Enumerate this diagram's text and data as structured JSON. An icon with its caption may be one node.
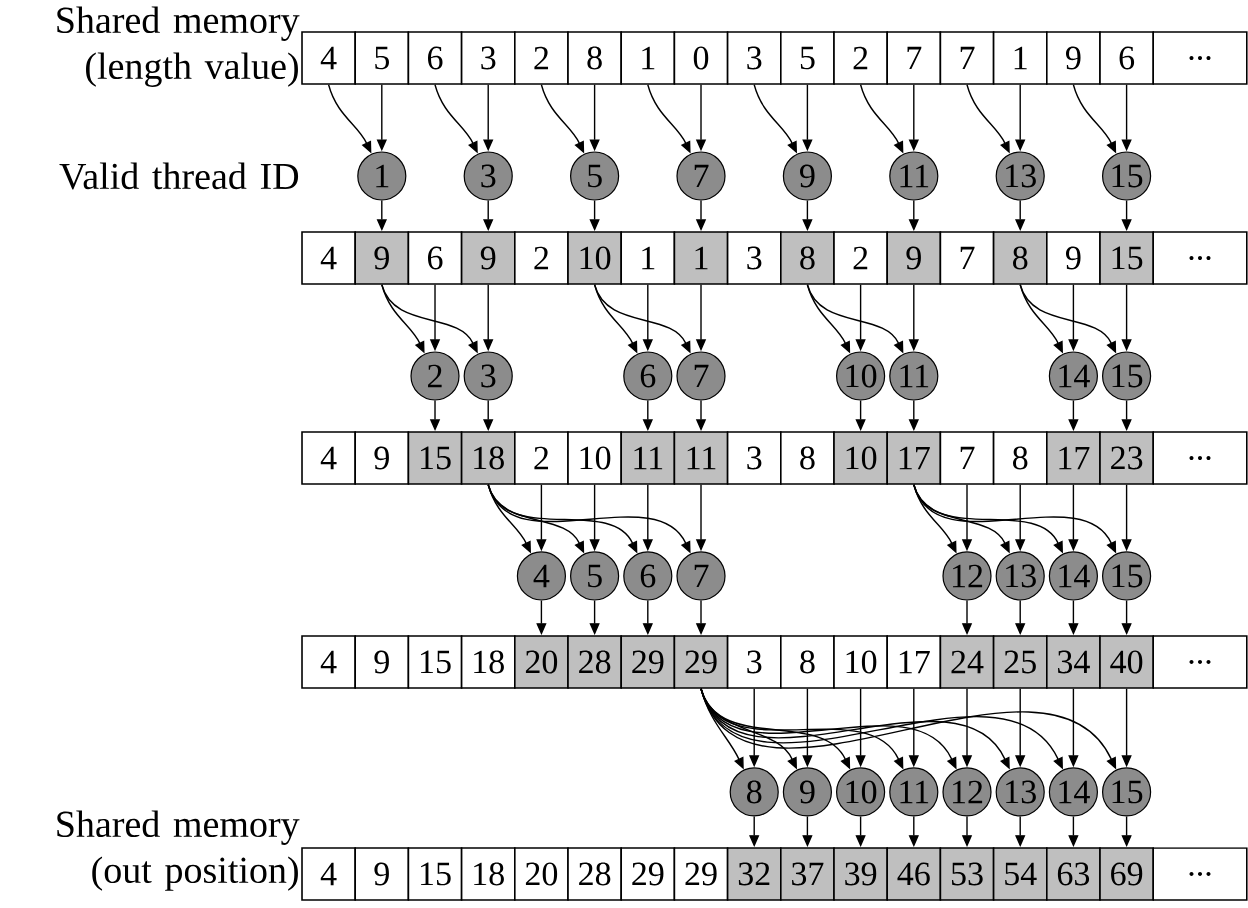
{
  "diagram": {
    "nodes": [
      {
        "text": [
          "4"
        ]
      },
      {
        "text": [
          "5"
        ]
      },
      {
        "text": [
          "6"
        ]
      },
      {
        "text": [
          "3"
        ]
      },
      {
        "text": [
          "2"
        ]
      },
      {
        "text": [
          "8"
        ]
      },
      {
        "text": [
          "1"
        ]
      },
      {
        "text": [
          "0"
        ]
      },
      {
        "text": [
          "3"
        ]
      },
      {
        "text": [
          "5"
        ]
      },
      {
        "text": [
          "2"
        ]
      },
      {
        "text": [
          "7"
        ]
      },
      {
        "text": [
          "7"
        ]
      },
      {
        "text": [
          "1"
        ]
      },
      {
        "text": [
          "9"
        ]
      },
      {
        "text": [
          "6"
        ]
      },
      {
        "text": [
          "..."
        ]
      },
      {
        "text": [
          "1"
        ]
      },
      {
        "text": [
          "3"
        ]
      },
      {
        "text": [
          "5"
        ]
      },
      {
        "text": [
          "7"
        ]
      },
      {
        "text": [
          "9"
        ]
      },
      {
        "text": [
          "11"
        ]
      },
      {
        "text": [
          "13"
        ]
      },
      {
        "text": [
          "15"
        ]
      },
      {
        "text": [
          "4"
        ]
      },
      {
        "text": [
          "9"
        ]
      },
      {
        "text": [
          "6"
        ]
      },
      {
        "text": [
          "9"
        ]
      },
      {
        "text": [
          "2"
        ]
      },
      {
        "text": [
          "10"
        ]
      },
      {
        "text": [
          "1"
        ]
      },
      {
        "text": [
          "1"
        ]
      },
      {
        "text": [
          "3"
        ]
      },
      {
        "text": [
          "8"
        ]
      },
      {
        "text": [
          "2"
        ]
      },
      {
        "text": [
          "9"
        ]
      },
      {
        "text": [
          "7"
        ]
      },
      {
        "text": [
          "8"
        ]
      },
      {
        "text": [
          "9"
        ]
      },
      {
        "text": [
          "15"
        ]
      },
      {
        "text": [
          "..."
        ]
      },
      {
        "text": [
          "2"
        ]
      },
      {
        "text": [
          "3"
        ]
      },
      {
        "text": [
          "6"
        ]
      },
      {
        "text": [
          "7"
        ]
      },
      {
        "text": [
          "10"
        ]
      },
      {
        "text": [
          "11"
        ]
      },
      {
        "text": [
          "14"
        ]
      },
      {
        "text": [
          "15"
        ]
      },
      {
        "text": [
          "4"
        ]
      },
      {
        "text": [
          "9"
        ]
      },
      {
        "text": [
          "15"
        ]
      },
      {
        "text": [
          "18"
        ]
      },
      {
        "text": [
          "2"
        ]
      },
      {
        "text": [
          "10"
        ]
      },
      {
        "text": [
          "11"
        ]
      },
      {
        "text": [
          "11"
        ]
      },
      {
        "text": [
          "3"
        ]
      },
      {
        "text": [
          "8"
        ]
      },
      {
        "text": [
          "10"
        ]
      },
      {
        "text": [
          "17"
        ]
      },
      {
        "text": [
          "7"
        ]
      },
      {
        "text": [
          "8"
        ]
      },
      {
        "text": [
          "17"
        ]
      },
      {
        "text": [
          "23"
        ]
      },
      {
        "text": [
          "..."
        ]
      },
      {
        "text": [
          "4"
        ]
      },
      {
        "text": [
          "5"
        ]
      },
      {
        "text": [
          "6"
        ]
      },
      {
        "text": [
          "7"
        ]
      },
      {
        "text": [
          "12"
        ]
      },
      {
        "text": [
          "13"
        ]
      },
      {
        "text": [
          "14"
        ]
      },
      {
        "text": [
          "15"
        ]
      },
      {
        "text": [
          "4"
        ]
      },
      {
        "text": [
          "9"
        ]
      },
      {
        "text": [
          "15"
        ]
      },
      {
        "text": [
          "18"
        ]
      },
      {
        "text": [
          "20"
        ]
      },
      {
        "text": [
          "28"
        ]
      },
      {
        "text": [
          "29"
        ]
      },
      {
        "text": [
          "29"
        ]
      },
      {
        "text": [
          "3"
        ]
      },
      {
        "text": [
          "8"
        ]
      },
      {
        "text": [
          "10"
        ]
      },
      {
        "text": [
          "17"
        ]
      },
      {
        "text": [
          "24"
        ]
      },
      {
        "text": [
          "25"
        ]
      },
      {
        "text": [
          "34"
        ]
      },
      {
        "text": [
          "40"
        ]
      },
      {
        "text": [
          "..."
        ]
      },
      {
        "text": [
          "8"
        ]
      },
      {
        "text": [
          "9"
        ]
      },
      {
        "text": [
          "10"
        ]
      },
      {
        "text": [
          "11"
        ]
      },
      {
        "text": [
          "12"
        ]
      },
      {
        "text": [
          "13"
        ]
      },
      {
        "text": [
          "14"
        ]
      },
      {
        "text": [
          "15"
        ]
      },
      {
        "text": [
          "4"
        ]
      },
      {
        "text": [
          "9"
        ]
      },
      {
        "text": [
          "15"
        ]
      },
      {
        "text": [
          "18"
        ]
      },
      {
        "text": [
          "20"
        ]
      },
      {
        "text": [
          "28"
        ]
      },
      {
        "text": [
          "29"
        ]
      },
      {
        "text": [
          "29"
        ]
      },
      {
        "text": [
          "32"
        ]
      },
      {
        "text": [
          "37"
        ]
      },
      {
        "text": [
          "39"
        ]
      },
      {
        "text": [
          "46"
        ]
      },
      {
        "text": [
          "53"
        ]
      },
      {
        "text": [
          "54"
        ]
      },
      {
        "text": [
          "63"
        ]
      },
      {
        "text": [
          "69"
        ]
      },
      {
        "text": [
          "..."
        ]
      }
    ],
    "edges": [
      {
        "from": 0,
        "to": 17,
        "arrow": "to"
      },
      {
        "from": 1,
        "to": 17,
        "arrow": "to"
      },
      {
        "from": 17,
        "to": 26,
        "arrow": "to"
      },
      {
        "from": 2,
        "to": 18,
        "arrow": "to"
      },
      {
        "from": 3,
        "to": 18,
        "arrow": "to"
      },
      {
        "from": 18,
        "to": 28,
        "arrow": "to"
      },
      {
        "from": 4,
        "to": 19,
        "arrow": "to"
      },
      {
        "from": 5,
        "to": 19,
        "arrow": "to"
      },
      {
        "from": 19,
        "to": 30,
        "arrow": "to"
      },
      {
        "from": 6,
        "to": 20,
        "arrow": "to"
      },
      {
        "from": 7,
        "to": 20,
        "arrow": "to"
      },
      {
        "from": 20,
        "to": 32,
        "arrow": "to"
      },
      {
        "from": 8,
        "to": 21,
        "arrow": "to"
      },
      {
        "from": 9,
        "to": 21,
        "arrow": "to"
      },
      {
        "from": 21,
        "to": 34,
        "arrow": "to"
      },
      {
        "from": 10,
        "to": 22,
        "arrow": "to"
      },
      {
        "from": 11,
        "to": 22,
        "arrow": "to"
      },
      {
        "from": 22,
        "to": 36,
        "arrow": "to"
      },
      {
        "from": 12,
        "to": 23,
        "arrow": "to"
      },
      {
        "from": 13,
        "to": 23,
        "arrow": "to"
      },
      {
        "from": 23,
        "to": 38,
        "arrow": "to"
      },
      {
        "from": 14,
        "to": 24,
        "arrow": "to"
      },
      {
        "from": 15,
        "to": 24,
        "arrow": "to"
      },
      {
        "from": 24,
        "to": 40,
        "arrow": "to"
      },
      {
        "from": 26,
        "to": 42,
        "arrow": "to"
      },
      {
        "from": 27,
        "to": 42,
        "arrow": "to"
      },
      {
        "from": 42,
        "to": 52,
        "arrow": "to"
      },
      {
        "from": 26,
        "to": 43,
        "arrow": "to"
      },
      {
        "from": 28,
        "to": 43,
        "arrow": "to"
      },
      {
        "from": 43,
        "to": 53,
        "arrow": "to"
      },
      {
        "from": 30,
        "to": 44,
        "arrow": "to"
      },
      {
        "from": 31,
        "to": 44,
        "arrow": "to"
      },
      {
        "from": 44,
        "to": 56,
        "arrow": "to"
      },
      {
        "from": 30,
        "to": 45,
        "arrow": "to"
      },
      {
        "from": 32,
        "to": 45,
        "arrow": "to"
      },
      {
        "from": 45,
        "to": 57,
        "arrow": "to"
      },
      {
        "from": 34,
        "to": 46,
        "arrow": "to"
      },
      {
        "from": 35,
        "to": 46,
        "arrow": "to"
      },
      {
        "from": 46,
        "to": 60,
        "arrow": "to"
      },
      {
        "from": 34,
        "to": 47,
        "arrow": "to"
      },
      {
        "from": 36,
        "to": 47,
        "arrow": "to"
      },
      {
        "from": 47,
        "to": 61,
        "arrow": "to"
      },
      {
        "from": 38,
        "to": 48,
        "arrow": "to"
      },
      {
        "from": 39,
        "to": 48,
        "arrow": "to"
      },
      {
        "from": 48,
        "to": 64,
        "arrow": "to"
      },
      {
        "from": 38,
        "to": 49,
        "arrow": "to"
      },
      {
        "from": 40,
        "to": 49,
        "arrow": "to"
      },
      {
        "from": 49,
        "to": 65,
        "arrow": "to"
      },
      {
        "from": 53,
        "to": 67,
        "arrow": "to"
      },
      {
        "from": 54,
        "to": 67,
        "arrow": "to"
      },
      {
        "from": 67,
        "to": 79,
        "arrow": "to"
      },
      {
        "from": 53,
        "to": 68,
        "arrow": "to"
      },
      {
        "from": 55,
        "to": 68,
        "arrow": "to"
      },
      {
        "from": 68,
        "to": 80,
        "arrow": "to"
      },
      {
        "from": 53,
        "to": 69,
        "arrow": "to"
      },
      {
        "from": 56,
        "to": 69,
        "arrow": "to"
      },
      {
        "from": 69,
        "to": 81,
        "arrow": "to"
      },
      {
        "from": 53,
        "to": 70,
        "arrow": "to"
      },
      {
        "from": 57,
        "to": 70,
        "arrow": "to"
      },
      {
        "from": 70,
        "to": 82,
        "arrow": "to"
      },
      {
        "from": 61,
        "to": 71,
        "arrow": "to"
      },
      {
        "from": 62,
        "to": 71,
        "arrow": "to"
      },
      {
        "from": 71,
        "to": 87,
        "arrow": "to"
      },
      {
        "from": 61,
        "to": 72,
        "arrow": "to"
      },
      {
        "from": 63,
        "to": 72,
        "arrow": "to"
      },
      {
        "from": 72,
        "to": 88,
        "arrow": "to"
      },
      {
        "from": 61,
        "to": 73,
        "arrow": "to"
      },
      {
        "from": 64,
        "to": 73,
        "arrow": "to"
      },
      {
        "from": 73,
        "to": 89,
        "arrow": "to"
      },
      {
        "from": 61,
        "to": 74,
        "arrow": "to"
      },
      {
        "from": 65,
        "to": 74,
        "arrow": "to"
      },
      {
        "from": 74,
        "to": 90,
        "arrow": "to"
      },
      {
        "from": 82,
        "to": 92,
        "arrow": "to"
      },
      {
        "from": 83,
        "to": 92,
        "arrow": "to"
      },
      {
        "from": 92,
        "to": 108,
        "arrow": "to"
      },
      {
        "from": 82,
        "to": 93,
        "arrow": "to"
      },
      {
        "from": 84,
        "to": 93,
        "arrow": "to"
      },
      {
        "from": 93,
        "to": 109,
        "arrow": "to"
      },
      {
        "from": 82,
        "to": 94,
        "arrow": "to"
      },
      {
        "from": 85,
        "to": 94,
        "arrow": "to"
      },
      {
        "from": 94,
        "to": 110,
        "arrow": "to"
      },
      {
        "from": 82,
        "to": 95,
        "arrow": "to"
      },
      {
        "from": 86,
        "to": 95,
        "arrow": "to"
      },
      {
        "from": 95,
        "to": 111,
        "arrow": "to"
      },
      {
        "from": 82,
        "to": 96,
        "arrow": "to"
      },
      {
        "from": 87,
        "to": 96,
        "arrow": "to"
      },
      {
        "from": 96,
        "to": 112,
        "arrow": "to"
      },
      {
        "from": 82,
        "to": 97,
        "arrow": "to"
      },
      {
        "from": 88,
        "to": 97,
        "arrow": "to"
      },
      {
        "from": 97,
        "to": 113,
        "arrow": "to"
      },
      {
        "from": 82,
        "to": 98,
        "arrow": "to"
      },
      {
        "from": 89,
        "to": 98,
        "arrow": "to"
      },
      {
        "from": 98,
        "to": 114,
        "arrow": "to"
      },
      {
        "from": 82,
        "to": 99,
        "arrow": "to"
      },
      {
        "from": 90,
        "to": 99,
        "arrow": "to"
      },
      {
        "from": 99,
        "to": 115,
        "arrow": "to"
      }
    ],
    "labels": [
      "Shared memory (length value)",
      "Valid thread ID",
      "Shared memory (out position)"
    ]
  }
}
